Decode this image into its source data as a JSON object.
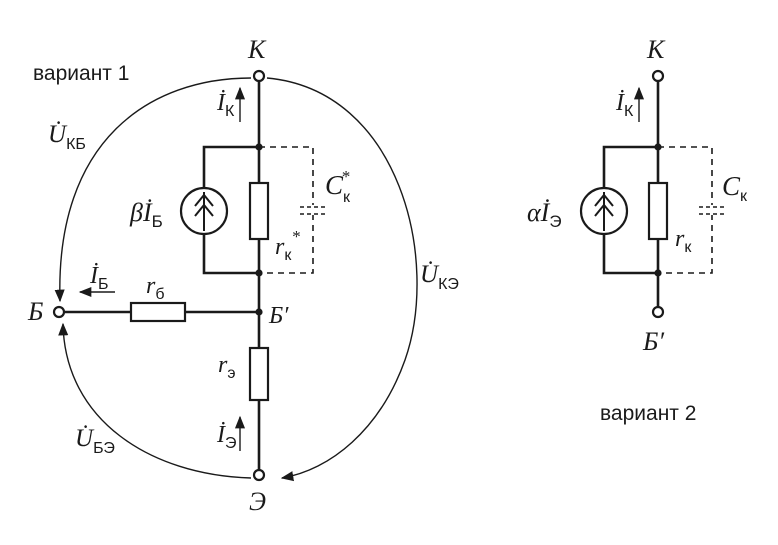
{
  "variant1": {
    "title": "вариант 1",
    "node_k": "К",
    "node_b": "Б",
    "node_b_prime": "Б′",
    "node_e": "Э",
    "i_k": {
      "main": "İ",
      "sub": "К"
    },
    "i_b": {
      "main": "İ",
      "sub": "Б"
    },
    "i_e": {
      "main": "İ",
      "sub": "Э"
    },
    "source": {
      "coef": "β",
      "main": "İ",
      "sub": "Б"
    },
    "r_k": {
      "main": "r",
      "sub": "к",
      "sup": "*"
    },
    "c_k": {
      "main": "C",
      "sub": "к",
      "sup": "*"
    },
    "r_b": {
      "main": "r",
      "sub": "б"
    },
    "r_e": {
      "main": "r",
      "sub": "э"
    },
    "u_kb": {
      "main": "U̇",
      "sub": "КБ"
    },
    "u_ke": {
      "main": "U̇",
      "sub": "КЭ"
    },
    "u_be": {
      "main": "U̇",
      "sub": "БЭ"
    }
  },
  "variant2": {
    "title": "вариант 2",
    "node_k": "К",
    "node_b_prime": "Б′",
    "i_k": {
      "main": "İ",
      "sub": "К"
    },
    "source": {
      "coef": "α",
      "main": "İ",
      "sub": "Э"
    },
    "r_k": {
      "main": "r",
      "sub": "к"
    },
    "c_k": {
      "main": "C",
      "sub": "к"
    }
  }
}
